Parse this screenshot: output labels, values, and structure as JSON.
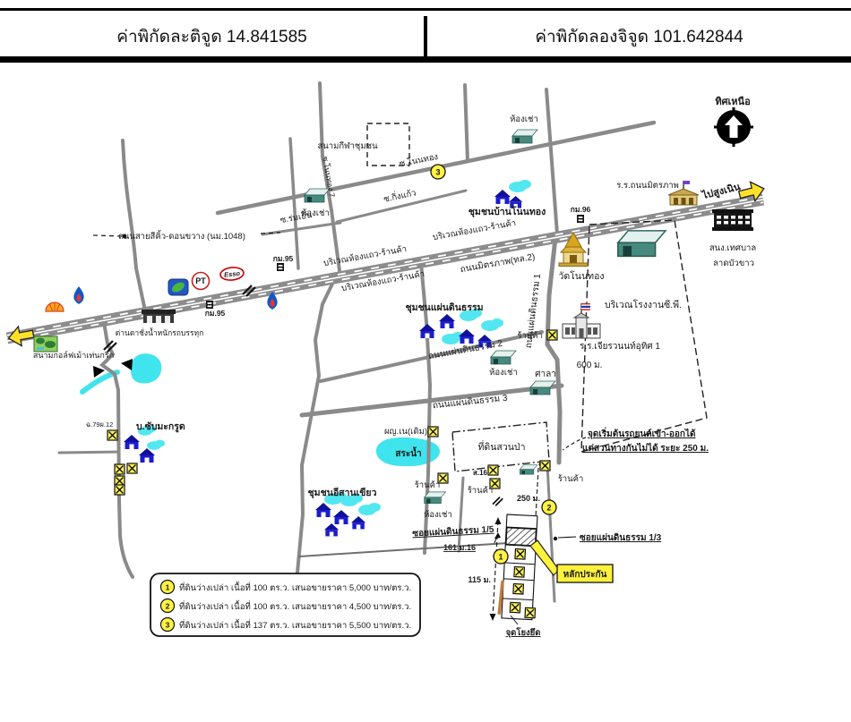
{
  "header": {
    "latitude": "ค่าพิกัดละติจูด 14.841585",
    "longitude": "ค่าพิกัดลองจิจูด 101.642844"
  },
  "map": {
    "compass": "ทิศเหนือ",
    "direction": {
      "sung_noen": "ไปสูงเนิน"
    },
    "roads": {
      "mittraphap": "ถนนมิตรภาพ(ทล.2)",
      "sikhiu": "ถนนสายสีคิ้ว-ดอนขวาง (นม.1048)",
      "soi_non_thong": "ซ.โนนทอง",
      "soi_non_thong_7": "ซ.โนนทอง 7",
      "soi_king_kaew": "ซ.กิ่งแก้ว",
      "soi_rom_yen": "ซ.ร่มเย็น",
      "phaendin_1": "ถนนแผ่นดินธรรม 1",
      "phaendin_2": "ถนนแผ่นดินธรรม 2",
      "phaendin_3": "ถนนแผ่นดินธรรม 3",
      "soi_phaendin_1_5": "ซอยแผ่นดินธรรม 1/5",
      "soi_phaendin_1_3": "ซอยแผ่นดินธรรม 1/3"
    },
    "places": {
      "school_mittraphap": "ร.ร.ถนนมิตรภาพ",
      "municipal_office_1": "สนง.เทศบาล",
      "municipal_office_2": "ลาดบัวขาว",
      "wat_non_thong": "วัดโนนทอง",
      "cp_factory": "บริเวณโรงงานซี.พี.",
      "school_jiaravanon": "ร.ร.เจียรวนนท์อุทิศ 1",
      "sala": "ศาลา",
      "rental": "ห้องเช่า",
      "shop": "ร้านค้า",
      "community_ban_non_thong": "ชุมชนบ้านโนนทอง",
      "community_phaendin_tham": "ชุมชนแผ่นดินธรรม",
      "community_isan_khiao": "ชุมชนอีสานเขียว",
      "ban_sap_makrut": "บ.ซับมะกรูด",
      "sports_field": "สนามกีฬาชุมชน",
      "golf_course": "สนามกอล์ฟเม้าเท่นกรีก",
      "weigh_station": "ด่านตาชั่งน้ำหนักรถบรรทุก",
      "shophouse_area": "บริเวณห้องแถว-ร้านค้า",
      "pond": "สระน้ำ",
      "forest_land": "ที่ดินสวนป่า",
      "village_headman": "ผญ.เน(เดิม)"
    },
    "markers": {
      "km95": "กม.95",
      "km96": "กม.96",
      "d600": "600 ม.",
      "d250": "250 ม.",
      "d115": "115 ม.",
      "d161": "161 ม.16",
      "s16": "ส.16",
      "sheet": "ฉ.79ผ.12"
    },
    "notes": {
      "entry_1": "จุดเริ่มต้นรถยนต์เข้า-ออกได้",
      "entry_2": "แต่สวนทางกันไม่ได้ ระยะ 250 ม.",
      "collateral": "หลักประกัน",
      "anchor_point": "จุดโยงยึด"
    },
    "brands": {
      "esso": "Esso",
      "pt": "PT"
    },
    "plot_numbers": {
      "n1": "1",
      "n2": "2",
      "n3": "3"
    }
  },
  "legend": {
    "items": [
      {
        "no": "1",
        "text": "ที่ดินว่างเปล่า เนื้อที่ 100 ตร.ว. เสนอขายราคา 5,000 บาท/ตร.ว."
      },
      {
        "no": "2",
        "text": "ที่ดินว่างเปล่า เนื้อที่ 100 ตร.ว. เสนอขายราคา 4,500 บาท/ตร.ว."
      },
      {
        "no": "3",
        "text": "ที่ดินว่างเปล่า เนื้อที่ 137 ตร.ว. เสนอขายราคา 5,500 บาท/ตร.ว."
      }
    ]
  }
}
